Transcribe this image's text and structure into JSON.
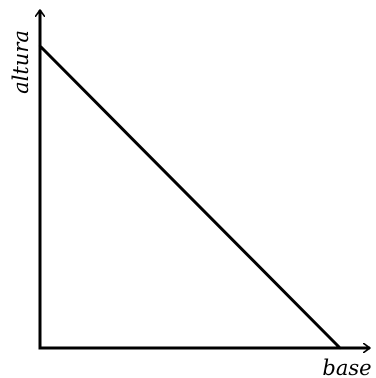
{
  "chart_data": {
    "type": "line",
    "title": "",
    "xlabel": "base",
    "ylabel": "altura",
    "xlim": [
      0,
      1
    ],
    "ylim": [
      0,
      1
    ],
    "grid": false,
    "legend": "none",
    "x": [
      0,
      1
    ],
    "series": [
      {
        "values": [
          1,
          0
        ]
      }
    ],
    "colors": {
      "axis": "#000000",
      "line": "#000000",
      "background": "#ffffff"
    }
  }
}
